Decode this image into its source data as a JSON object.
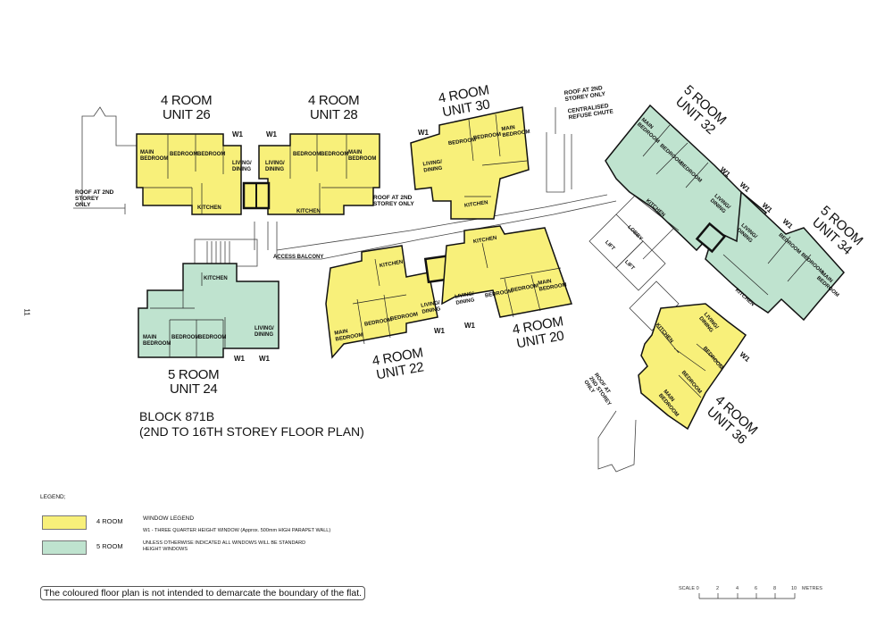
{
  "colors": {
    "four_room": "#f8f07a",
    "five_room": "#bfe3cf",
    "wall": "#111111",
    "line": "#444444"
  },
  "page_number": "11",
  "block": {
    "title": "BLOCK 871B",
    "subtitle": "(2ND TO 16TH STOREY FLOOR PLAN)"
  },
  "units": [
    {
      "id": "26",
      "type": "4 ROOM",
      "title_line1": "4 ROOM",
      "title_line2": "UNIT 26",
      "rooms": [
        "MAIN BEDROOM",
        "BEDROOM",
        "BEDROOM",
        "LIVING/ DINING",
        "KITCHEN"
      ]
    },
    {
      "id": "28",
      "type": "4 ROOM",
      "title_line1": "4 ROOM",
      "title_line2": "UNIT 28",
      "rooms": [
        "BEDROOM",
        "BEDROOM",
        "MAIN BEDROOM",
        "LIVING/ DINING",
        "KITCHEN"
      ]
    },
    {
      "id": "30",
      "type": "4 ROOM",
      "title_line1": "4 ROOM",
      "title_line2": "UNIT 30",
      "rooms": [
        "BEDROOM",
        "BEDROOM",
        "MAIN BEDROOM",
        "LIVING/ DINING",
        "KITCHEN"
      ]
    },
    {
      "id": "32",
      "type": "5 ROOM",
      "title_line1": "5 ROOM",
      "title_line2": "UNIT 32",
      "rooms": [
        "MAIN BEDROOM",
        "BEDROOM",
        "BEDROOM",
        "LIVING/ DINING",
        "KITCHEN"
      ]
    },
    {
      "id": "34",
      "type": "5 ROOM",
      "title_line1": "5 ROOM",
      "title_line2": "UNIT 34",
      "rooms": [
        "BEDROOM",
        "BEDROOM",
        "MAIN BEDROOM",
        "LIVING/ DINING",
        "KITCHEN"
      ]
    },
    {
      "id": "24",
      "type": "5 ROOM",
      "title_line1": "5 ROOM",
      "title_line2": "UNIT 24",
      "rooms": [
        "MAIN BEDROOM",
        "BEDROOM",
        "BEDROOM",
        "LIVING/ DINING",
        "KITCHEN"
      ]
    },
    {
      "id": "22",
      "type": "4 ROOM",
      "title_line1": "4 ROOM",
      "title_line2": "UNIT 22",
      "rooms": [
        "MAIN BEDROOM",
        "BEDROOM",
        "BEDROOM",
        "LIVING/ DINING",
        "KITCHEN"
      ]
    },
    {
      "id": "20",
      "type": "4 ROOM",
      "title_line1": "4 ROOM",
      "title_line2": "UNIT 20",
      "rooms": [
        "BEDROOM",
        "BEDROOM",
        "MAIN BEDROOM",
        "LIVING/ DINING",
        "KITCHEN"
      ]
    },
    {
      "id": "36",
      "type": "4 ROOM",
      "title_line1": "4 ROOM",
      "title_line2": "UNIT 36",
      "rooms": [
        "LIVING/ DINING",
        "KITCHEN",
        "BEDROOM",
        "BEDROOM",
        "MAIN BEDROOM"
      ]
    }
  ],
  "room_labels": {
    "main_bedroom_1": "MAIN",
    "main_bedroom_2": "BEDROOM",
    "bedroom": "BEDROOM",
    "living_1": "LIVING/",
    "living_2": "DINING",
    "kitchen": "KITCHEN"
  },
  "annotations": {
    "window": "W1",
    "roof_2nd_a": "ROOF AT 2ND",
    "roof_2nd_b": "STOREY",
    "roof_2nd_c": "ONLY",
    "roof_2nd_inline": "STOREY ONLY",
    "roof_at": "ROOF AT",
    "roof_2nd_storey": "2ND STOREY",
    "refuse_1": "CENTRALISED",
    "refuse_2": "REFUSE CHUTE",
    "access_balcony": "ACCESS BALCONY",
    "lobby": "LOBBY",
    "lift": "LIFT"
  },
  "legend": {
    "title": "LEGEND;",
    "items": [
      {
        "label": "4  ROOM",
        "color": "#f8f07a"
      },
      {
        "label": "5 ROOM",
        "color": "#bfe3cf"
      }
    ],
    "window_legend_title": "WINDOW LEGEND",
    "window_legend_w1": "W1 - THREE QUARTER HEIGHT WINDOW (Approx. 500mm HIGH PARAPET WALL)",
    "window_note_1": "UNLESS OTHERWISE INDICATED ALL WINDOWS WILL BE STANDARD",
    "window_note_2": "HEIGHT WINDOWS"
  },
  "notice": "The coloured floor plan is not intended to demarcate the boundary of the flat.",
  "scale": {
    "label": "SCALE 0",
    "ticks": [
      "2",
      "4",
      "6",
      "8",
      "10"
    ],
    "unit": "METRES"
  }
}
